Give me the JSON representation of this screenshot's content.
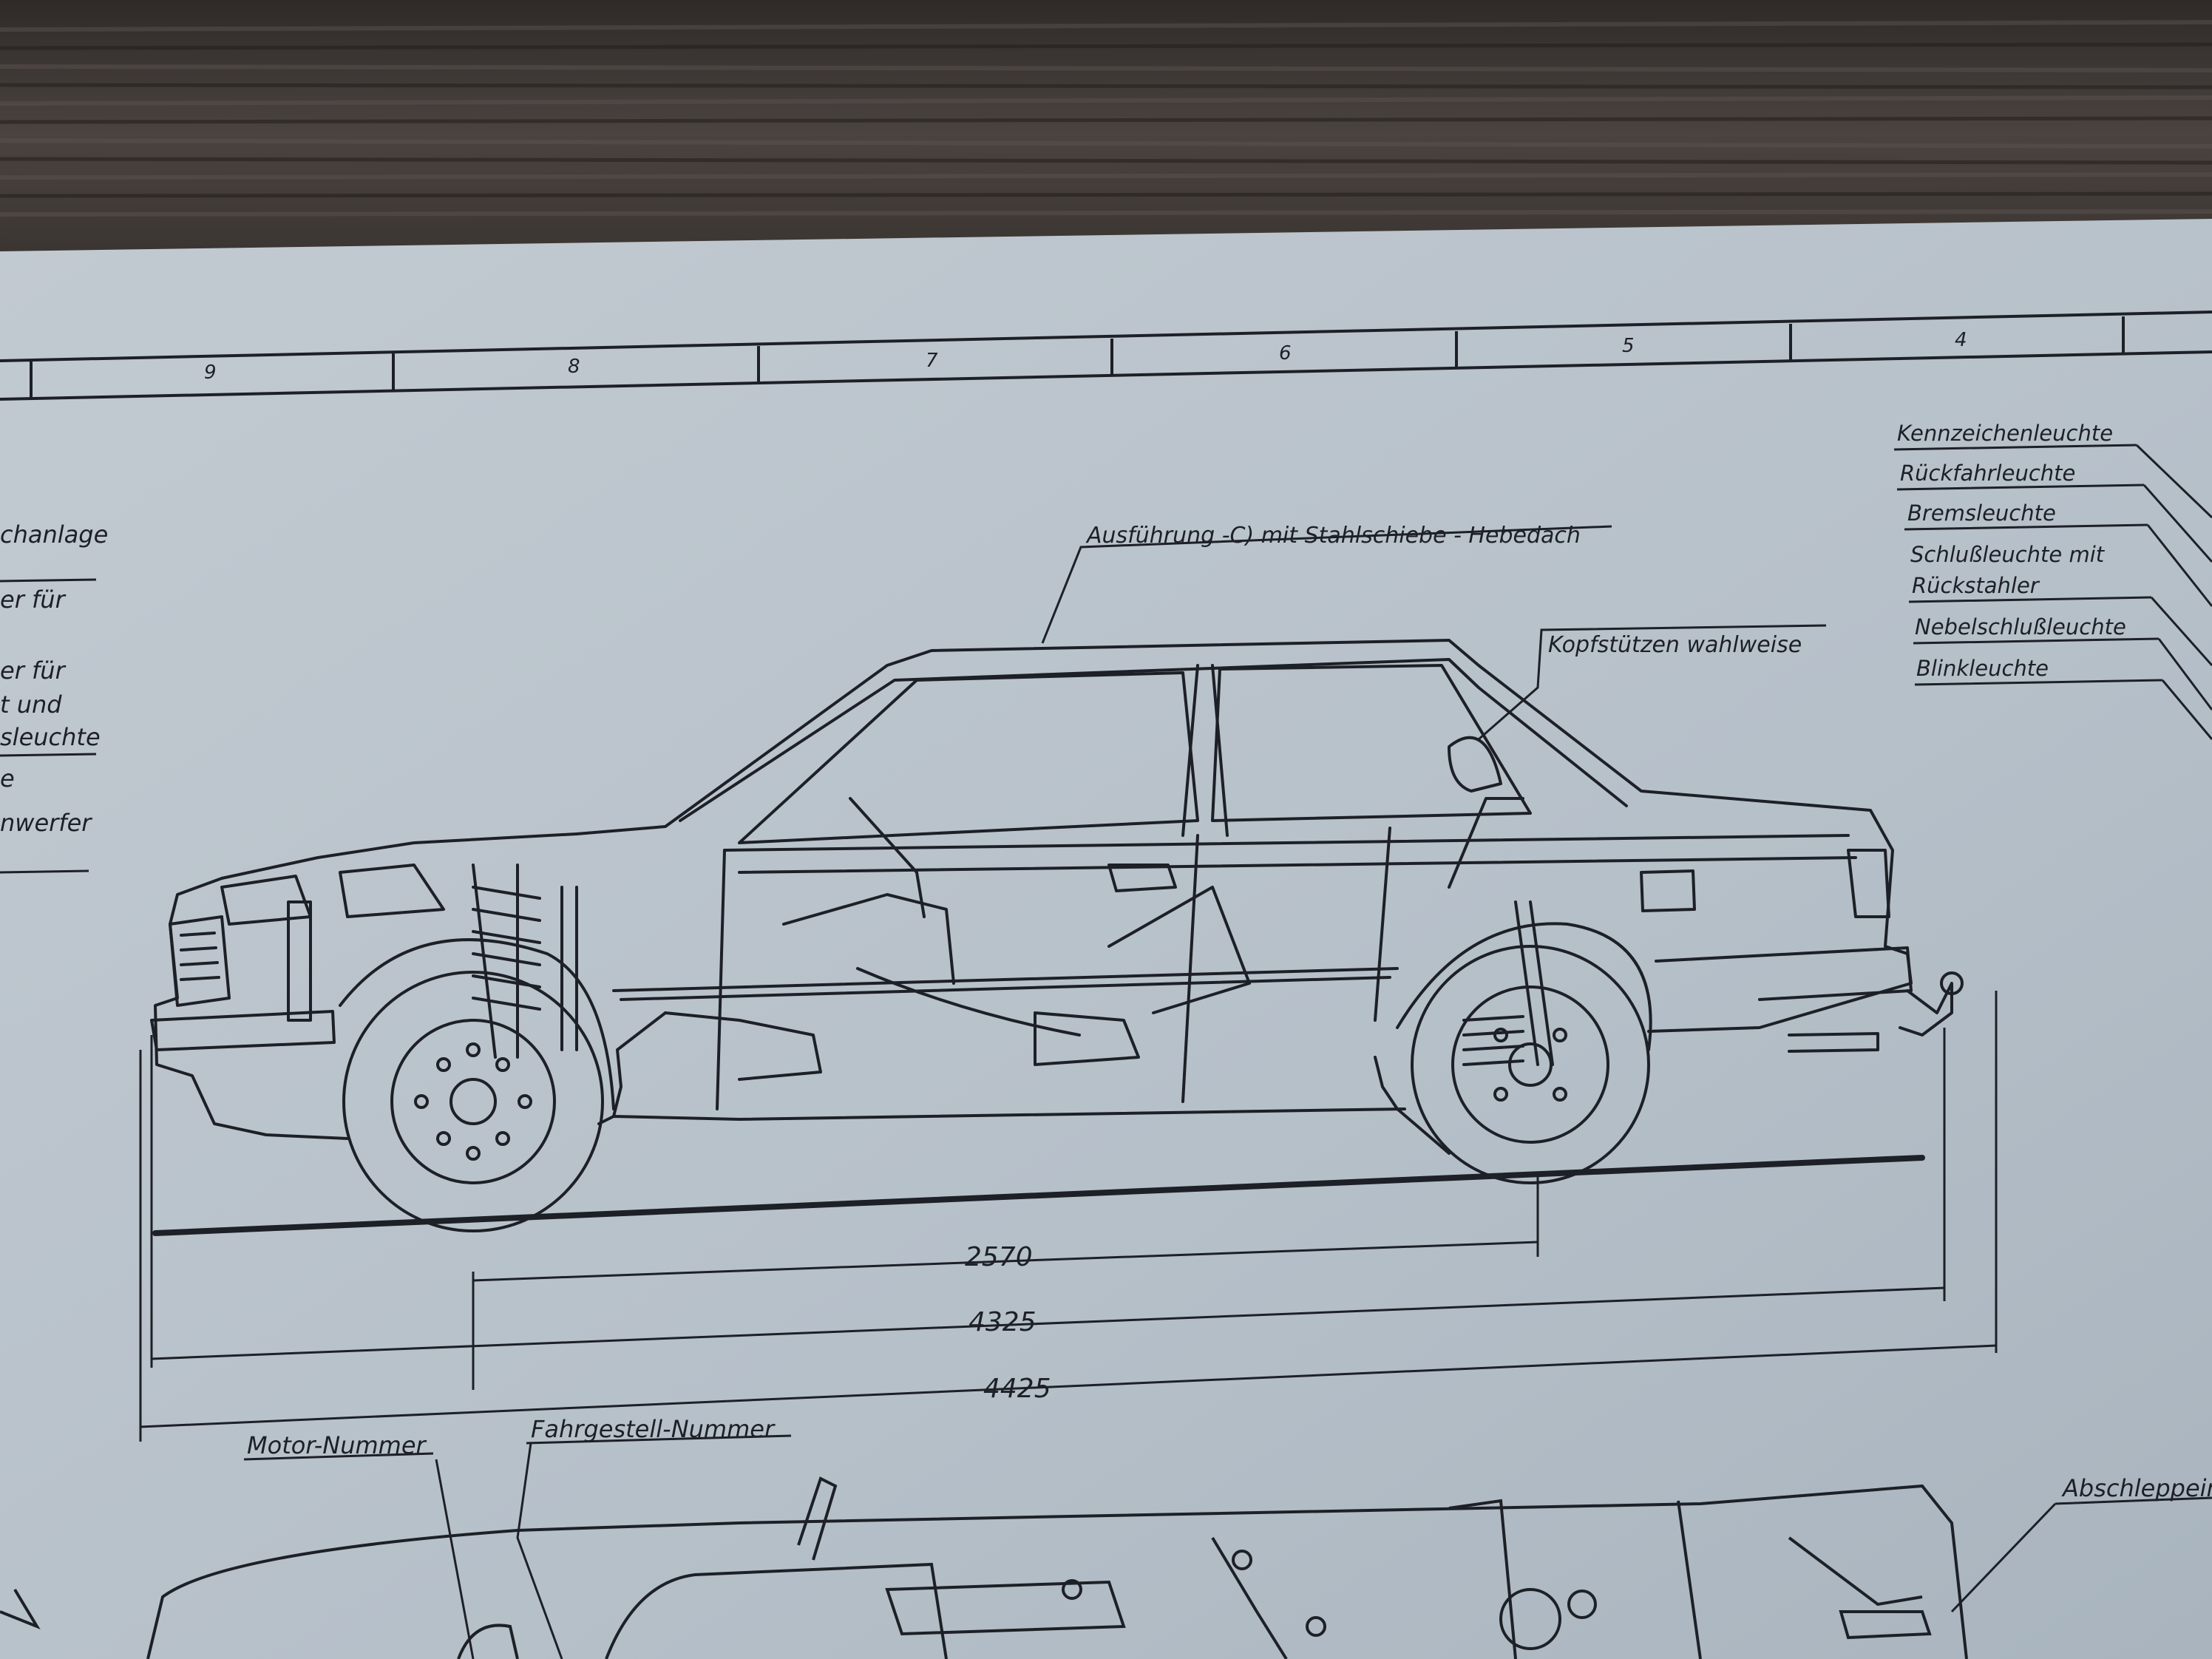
{
  "grid_numbers": [
    "9",
    "8",
    "7",
    "6",
    "5",
    "4"
  ],
  "left_labels": [
    "chanlage",
    "er für",
    "er für",
    "t und",
    "sleuchte",
    "e",
    "nwerfer"
  ],
  "callouts": {
    "roof": "Ausführung -C) mit Stahlschiebe - Hebedach",
    "headrest": "Kopfstützen wahlweise"
  },
  "rear_lights": [
    "Kennzeichenleuchte",
    "Rückfahrleuchte",
    "Bremsleuchte",
    "Schlußleuchte mit",
    "Rückstahler",
    "Nebelschlußleuchte",
    "Blinkleuchte"
  ],
  "dimensions": {
    "wheelbase": "2570",
    "length_body": "4325",
    "length_overall": "4425"
  },
  "bottom_labels": {
    "engine": "Motor-Nummer",
    "chassis": "Fahrgestell-Nummer",
    "tow": "Abschleppein"
  },
  "colors": {
    "paper": "#b9c3cc",
    "ink": "#1d2026",
    "table": "#3a3431"
  }
}
